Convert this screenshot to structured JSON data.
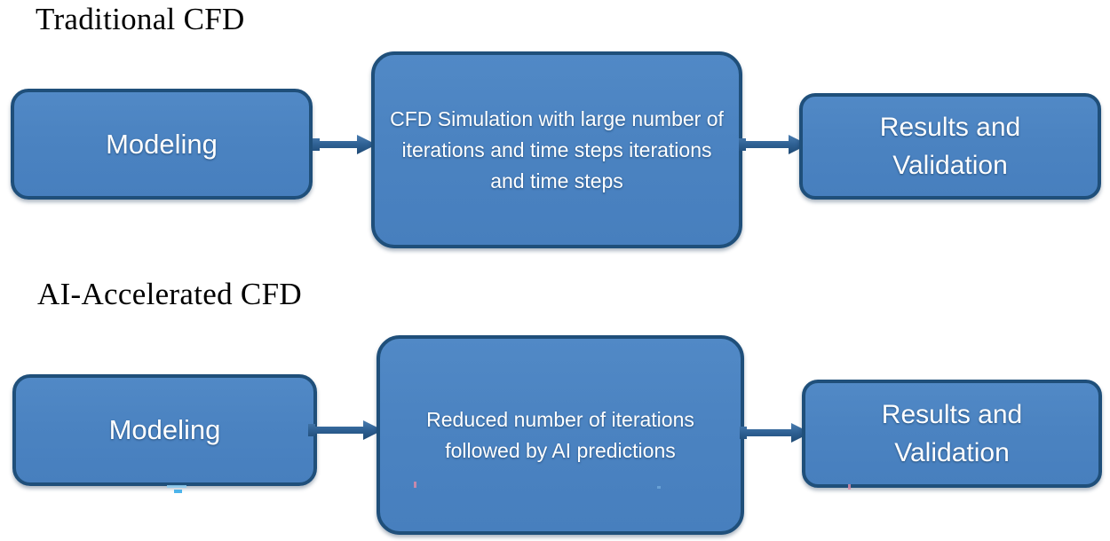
{
  "diagram": {
    "type": "flowchart",
    "title_font_style": "serif",
    "colors": {
      "box_fill": "#4b83c1",
      "box_border": "#1f4f7a",
      "arrow": "#2e6093",
      "box_text": "#ffffff",
      "title_text": "#000000",
      "background": "#ffffff"
    },
    "sections": [
      {
        "title": "Traditional  CFD",
        "steps": [
          {
            "label": "Modeling"
          },
          {
            "label": "CFD Simulation with large number of iterations and time steps iterations and time steps"
          },
          {
            "label": "Results and\nValidation"
          }
        ],
        "connectors": [
          {
            "name": "arrow-modeling-to-simulation",
            "direction": "right"
          },
          {
            "name": "arrow-simulation-to-results",
            "direction": "right"
          }
        ]
      },
      {
        "title": "AI-Accelerated CFD",
        "steps": [
          {
            "label": "Modeling"
          },
          {
            "label": "Reduced number of iterations followed by  AI predictions"
          },
          {
            "label": "Results and\nValidation"
          }
        ],
        "connectors": [
          {
            "name": "arrow-modeling-to-simulation",
            "direction": "right"
          },
          {
            "name": "arrow-simulation-to-results",
            "direction": "right"
          }
        ]
      }
    ]
  }
}
